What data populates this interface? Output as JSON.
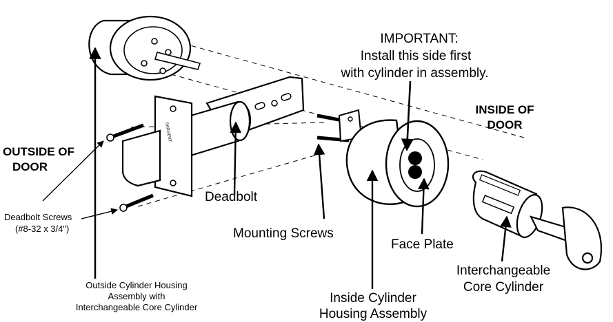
{
  "labels": {
    "important_title": "IMPORTANT:",
    "important_line1": "Install this side first",
    "important_line2": "with cylinder in assembly.",
    "inside_door_1": "INSIDE OF",
    "inside_door_2": "DOOR",
    "outside_door_1": "OUTSIDE OF",
    "outside_door_2": "DOOR",
    "deadbolt": "Deadbolt",
    "deadbolt_screws_1": "Deadbolt Screws",
    "deadbolt_screws_2": "(#8-32 x 3/4\")",
    "mounting_screws": "Mounting Screws",
    "face_plate": "Face Plate",
    "ic_core_1": "Interchangeable",
    "ic_core_2": "Core Cylinder",
    "outside_housing_1": "Outside Cylinder Housing",
    "outside_housing_2": "Assembly with",
    "outside_housing_3": "Interchangeable Core Cylinder",
    "inside_cylinder_1": "Inside Cylinder",
    "inside_cylinder_2": "Housing Assembly",
    "plate_brand": "SARGENT"
  },
  "colors": {
    "ink": "#000000",
    "paper": "#ffffff",
    "shade": "#d8d8d8"
  }
}
